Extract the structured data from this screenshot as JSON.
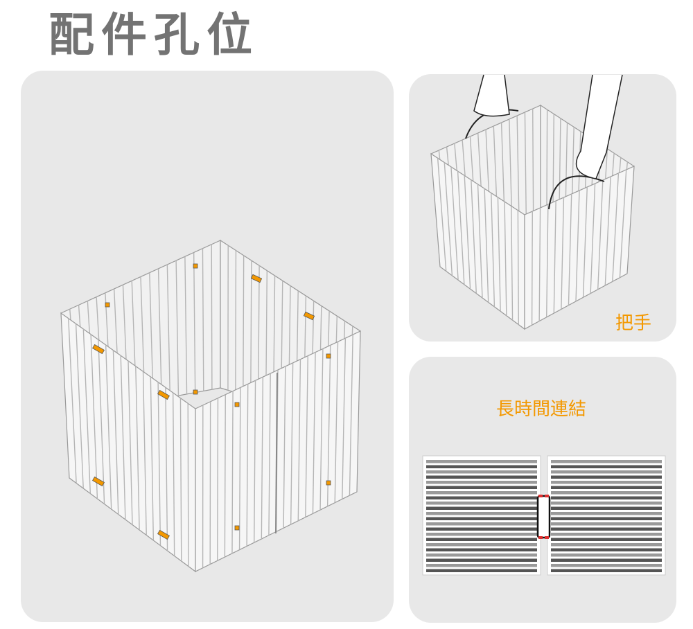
{
  "title": "配件孔位",
  "panels": {
    "handle": {
      "label": "把手"
    },
    "long_link": {
      "label": "長時間連結"
    }
  },
  "colors": {
    "accent": "#f39800",
    "title": "#737373",
    "panel_bg": "#e8e8e8"
  }
}
